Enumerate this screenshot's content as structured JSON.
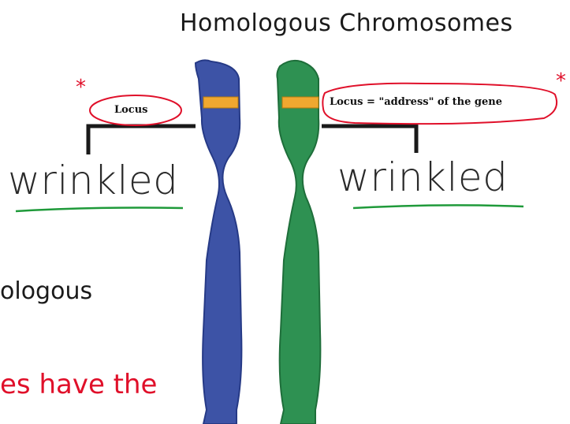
{
  "title": "Homologous Chromosomes",
  "labels": {
    "locus_left": "Locus",
    "locus_right": "Locus =  \"address\" of the gene",
    "allele_left": "wrinkled",
    "allele_right": "wrinkled"
  },
  "notes": {
    "partial_left": "ologous",
    "partial_red": "es have the"
  },
  "stars": {
    "left": "*",
    "right": "*"
  },
  "colors": {
    "chromosome_left": "#3d53a6",
    "chromosome_right": "#2e9152",
    "band": "#f0a830",
    "annotation_red": "#e0102a",
    "underline_green": "#1f9a3a"
  }
}
